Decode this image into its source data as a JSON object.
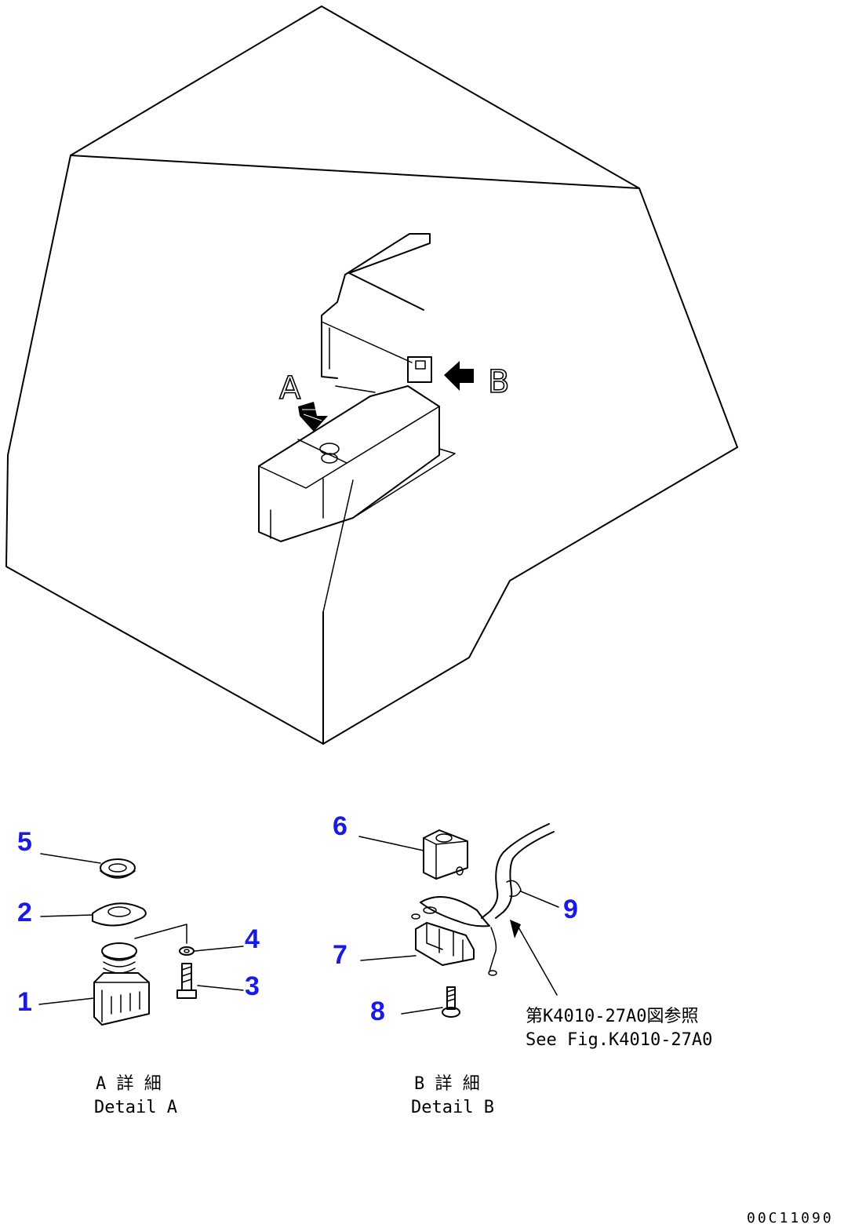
{
  "view_labels": {
    "a": "A",
    "b": "B"
  },
  "callouts": [
    "1",
    "2",
    "3",
    "4",
    "5",
    "6",
    "7",
    "8",
    "9"
  ],
  "captions": {
    "detail_a_jp": "A 詳 細",
    "detail_a_en": "Detail A",
    "detail_b_jp": "B 詳 細",
    "detail_b_en": "Detail B"
  },
  "reference": {
    "jp": "第K4010-27A0図参照",
    "en": "See Fig.K4010-27A0"
  },
  "drawing_code": "00C11090",
  "colors": {
    "callout": "#1a1ae6",
    "line": "#000000",
    "background": "#ffffff"
  }
}
